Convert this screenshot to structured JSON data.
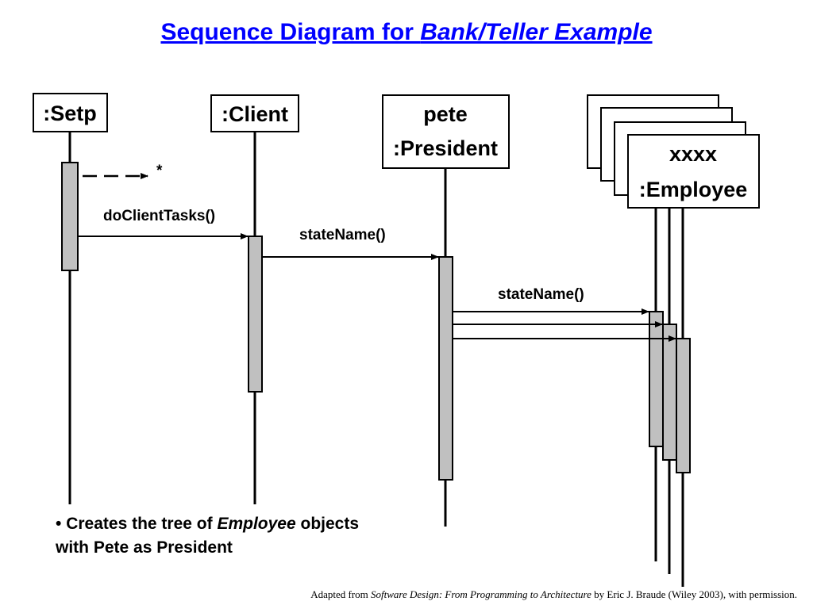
{
  "title": {
    "prefix": "Sequence Diagram for ",
    "emphasis": "Bank/Teller Example"
  },
  "objects": {
    "setp": ":Setp",
    "client": ":Client",
    "president": {
      "name": "pete",
      "type": ":President"
    },
    "employee": {
      "name": "xxxx",
      "type": ":Employee"
    }
  },
  "messages": {
    "star": "*",
    "do_client_tasks": "doClientTasks()",
    "state_name_1": "stateName()",
    "state_name_2": "stateName()"
  },
  "note": {
    "bullet": "•",
    "part1": " Creates the tree of ",
    "emphasis": "Employee",
    "part2": " objects with Pete as President"
  },
  "credit": {
    "part1": "Adapted from ",
    "book": "Software Design: From Programming to Architecture",
    "part2": " by Eric J. Braude (Wiley 2003), with permission."
  },
  "colors": {
    "title": "#0000ff",
    "activation": "#c0c0c0",
    "line": "#000000"
  }
}
